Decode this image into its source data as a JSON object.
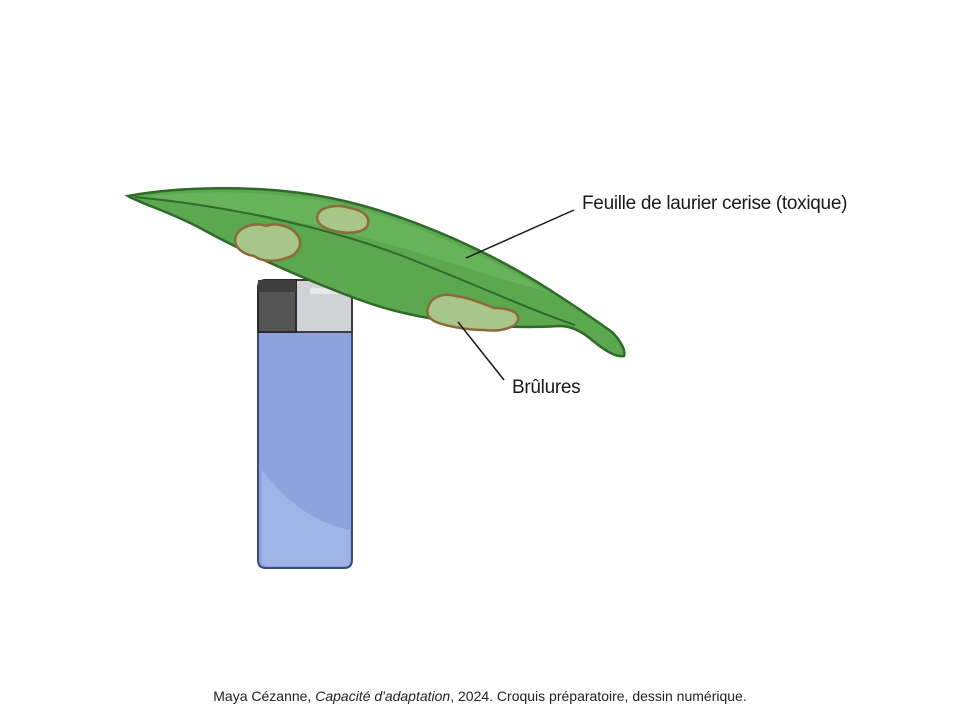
{
  "labels": {
    "leaf": "Feuille de laurier cerise (toxique)",
    "burns": "Brûlures"
  },
  "caption": {
    "author": "Maya Cézanne,",
    "work": "Capacité d'adaptation",
    "details": ", 2024. Croquis préparatoire, dessin numérique."
  },
  "colors": {
    "leaf_fill": "#5ba84f",
    "leaf_outline": "#2f6a2a",
    "burn_fill": "#a8c58a",
    "burn_edge": "#8b6b3a",
    "lighter_body": "#8da3de",
    "lighter_cap": "#cfd3d6",
    "flame_outer": "#e8491d",
    "flame_inner": "#f6c21a"
  },
  "icons": {
    "leaf": "leaf-icon",
    "lighter": "lighter-icon",
    "flame": "flame-icon"
  }
}
